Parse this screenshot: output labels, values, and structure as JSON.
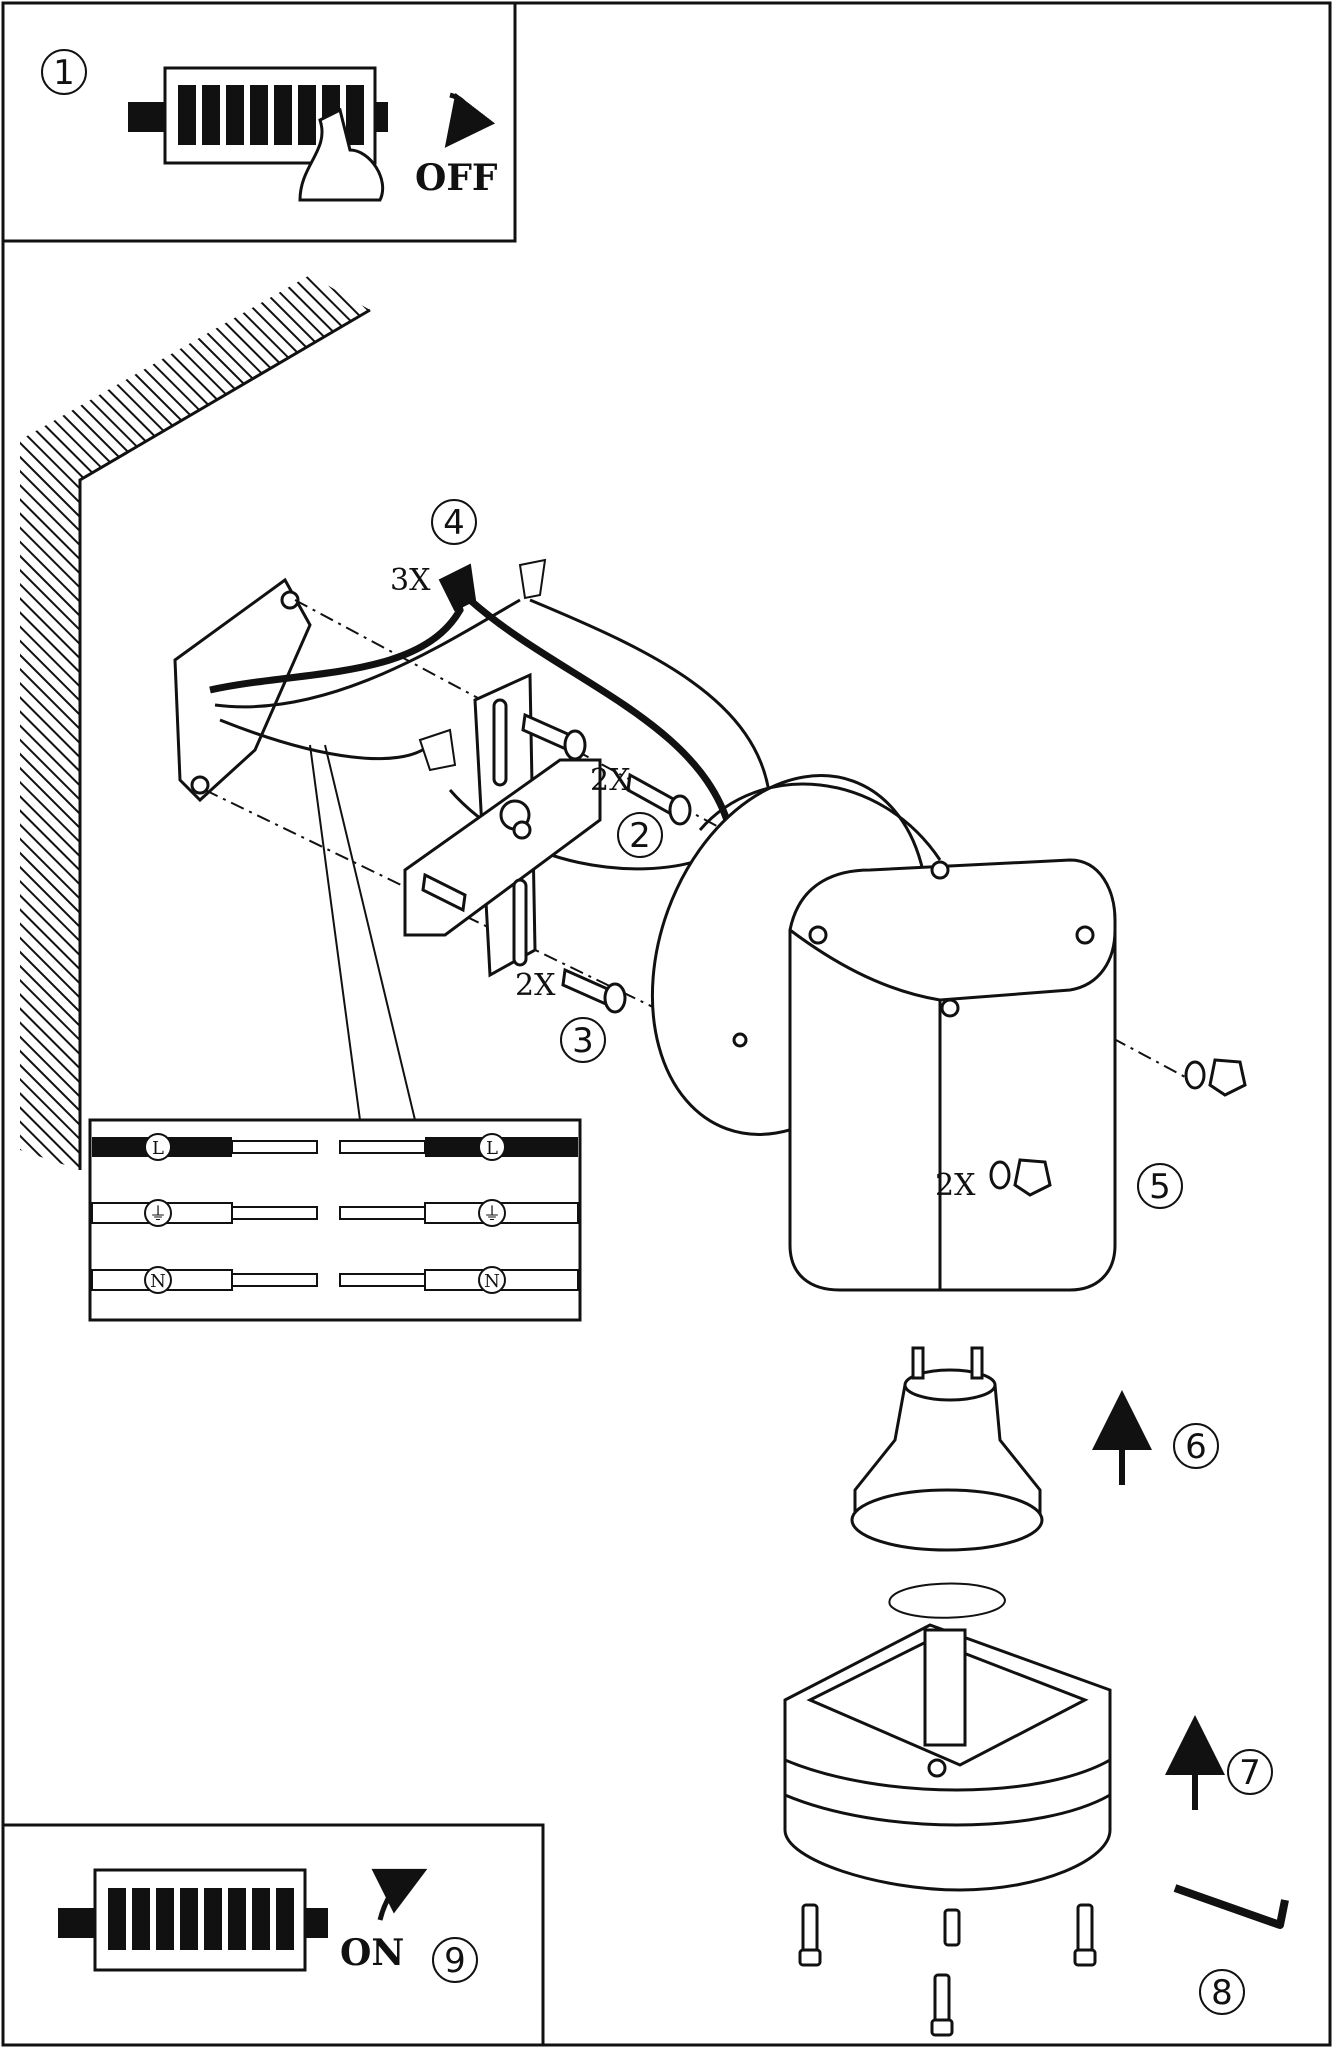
{
  "title": "",
  "steps": {
    "s1": "1",
    "s2": "2",
    "s3": "3",
    "s4": "4",
    "s5": "5",
    "s6": "6",
    "s7": "7",
    "s8": "8",
    "s9": "9"
  },
  "labels": {
    "off": "OFF",
    "on": "ON",
    "qty_wire_connectors": "3X",
    "qty_bracket_screws": "2X",
    "qty_wall_screws": "2X",
    "qty_nuts": "2X"
  },
  "terminals": {
    "live": "L",
    "earth": "⏚",
    "neutral": "N"
  },
  "colors": {
    "line": "#111111",
    "background": "#ffffff"
  }
}
